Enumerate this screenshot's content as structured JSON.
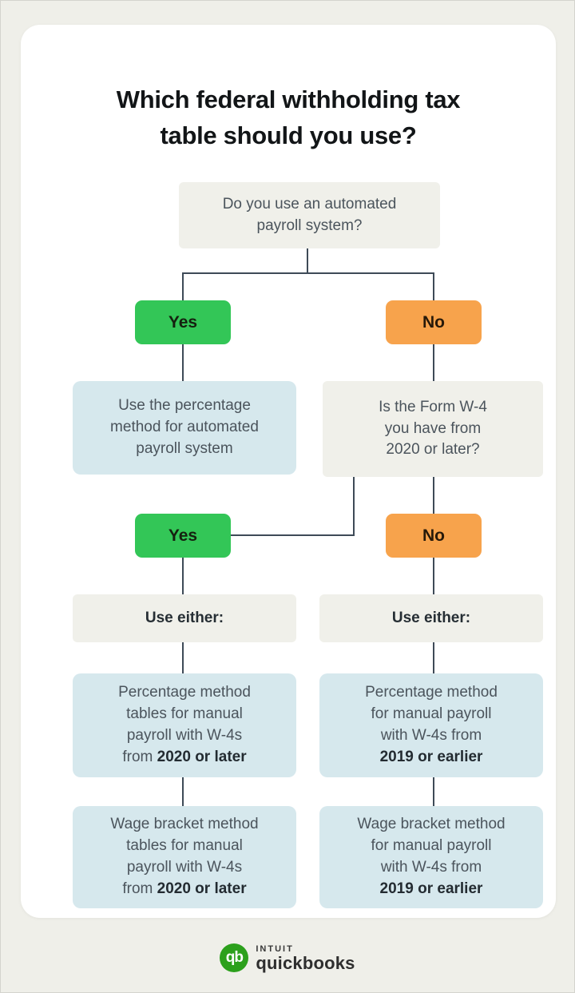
{
  "title": "Which federal withholding tax\ntable should you use?",
  "colors": {
    "page_background": "#efefe9",
    "card_background": "#ffffff",
    "gray_node": "#f0f0ea",
    "blue_node": "#d6e8ed",
    "yes_green": "#33c657",
    "no_orange": "#f7a34c",
    "connector_line": "#3e4a57",
    "body_text": "#4b545c",
    "quickbooks_green": "#2ca01c"
  },
  "flow": {
    "q_automated": "Do you use an automated\npayroll system?",
    "yes": "Yes",
    "no": "No",
    "auto_result": "Use the percentage\nmethod for automated\npayroll system",
    "q_w4": "Is the Form W-4\nyou have from\n2020 or later?",
    "use_either": "Use either:",
    "pct_2020": {
      "text": "Percentage method\ntables for manual\npayroll with W-4s\nfrom",
      "bold": "2020 or later"
    },
    "pct_2019": {
      "text": "Percentage method\nfor manual payroll\nwith W-4s from",
      "bold": "2019 or earlier"
    },
    "wage_2020": {
      "text": "Wage bracket method\ntables for manual\npayroll with W-4s\nfrom",
      "bold": "2020 or later"
    },
    "wage_2019": {
      "text": "Wage bracket method\nfor manual payroll\nwith W-4s from",
      "bold": "2019 or earlier"
    }
  },
  "logo": {
    "monogram": "qb",
    "company": "INTUIT",
    "product": "quickbooks"
  }
}
